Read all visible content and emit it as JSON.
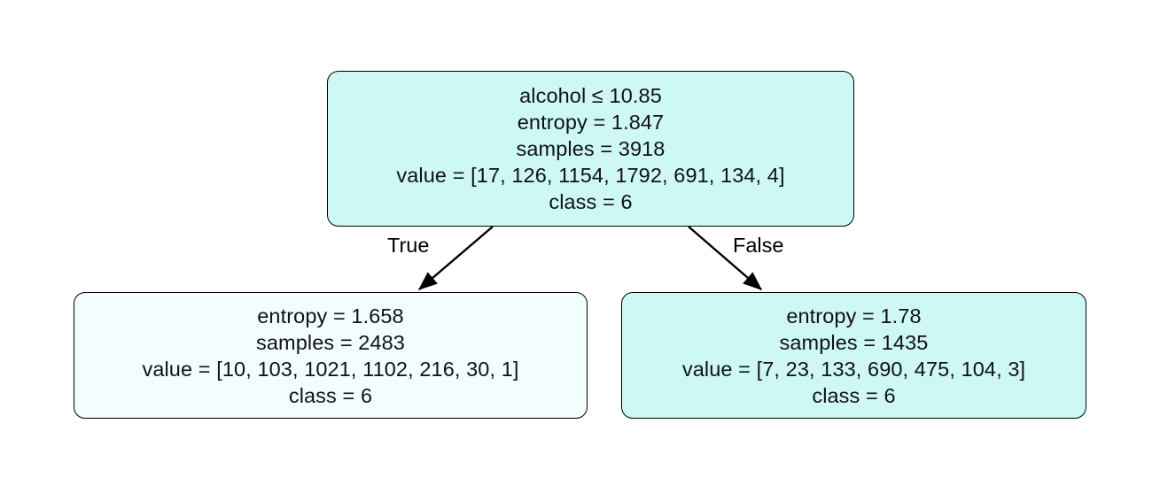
{
  "diagram": {
    "type": "decision-tree",
    "background_color": "#ffffff",
    "border_color": "#000000",
    "text_color": "#111111",
    "nodes": [
      {
        "id": "root",
        "role": "root-split-node",
        "fill_color": "#cdf8f6",
        "lines": [
          "alcohol ≤ 10.85",
          "entropy = 1.847",
          "samples = 3918",
          "value = [17, 126, 1154, 1792, 691, 134, 4]",
          "class = 6"
        ],
        "feature": "alcohol",
        "threshold": "10.85",
        "entropy": "1.847",
        "samples": "3918",
        "value": [
          17,
          126,
          1154,
          1792,
          691,
          134,
          4
        ],
        "class": "6"
      },
      {
        "id": "left",
        "role": "leaf-node-true",
        "fill_color": "#f2fdfe",
        "lines": [
          "entropy = 1.658",
          "samples = 2483",
          "value = [10, 103, 1021, 1102, 216, 30, 1]",
          "class = 6"
        ],
        "entropy": "1.658",
        "samples": "2483",
        "value": [
          10,
          103,
          1021,
          1102,
          216,
          30,
          1
        ],
        "class": "6"
      },
      {
        "id": "right",
        "role": "leaf-node-false",
        "fill_color": "#cdf8f6",
        "lines": [
          "entropy = 1.78",
          "samples = 1435",
          "value = [7, 23, 133, 690, 475, 104, 3]",
          "class = 6"
        ],
        "entropy": "1.78",
        "samples": "1435",
        "value": [
          7,
          23,
          133,
          690,
          475,
          104,
          3
        ],
        "class": "6"
      }
    ],
    "edges": [
      {
        "id": "true-edge",
        "label": "True",
        "from": "root",
        "to": "left"
      },
      {
        "id": "false-edge",
        "label": "False",
        "from": "root",
        "to": "right"
      }
    ]
  }
}
